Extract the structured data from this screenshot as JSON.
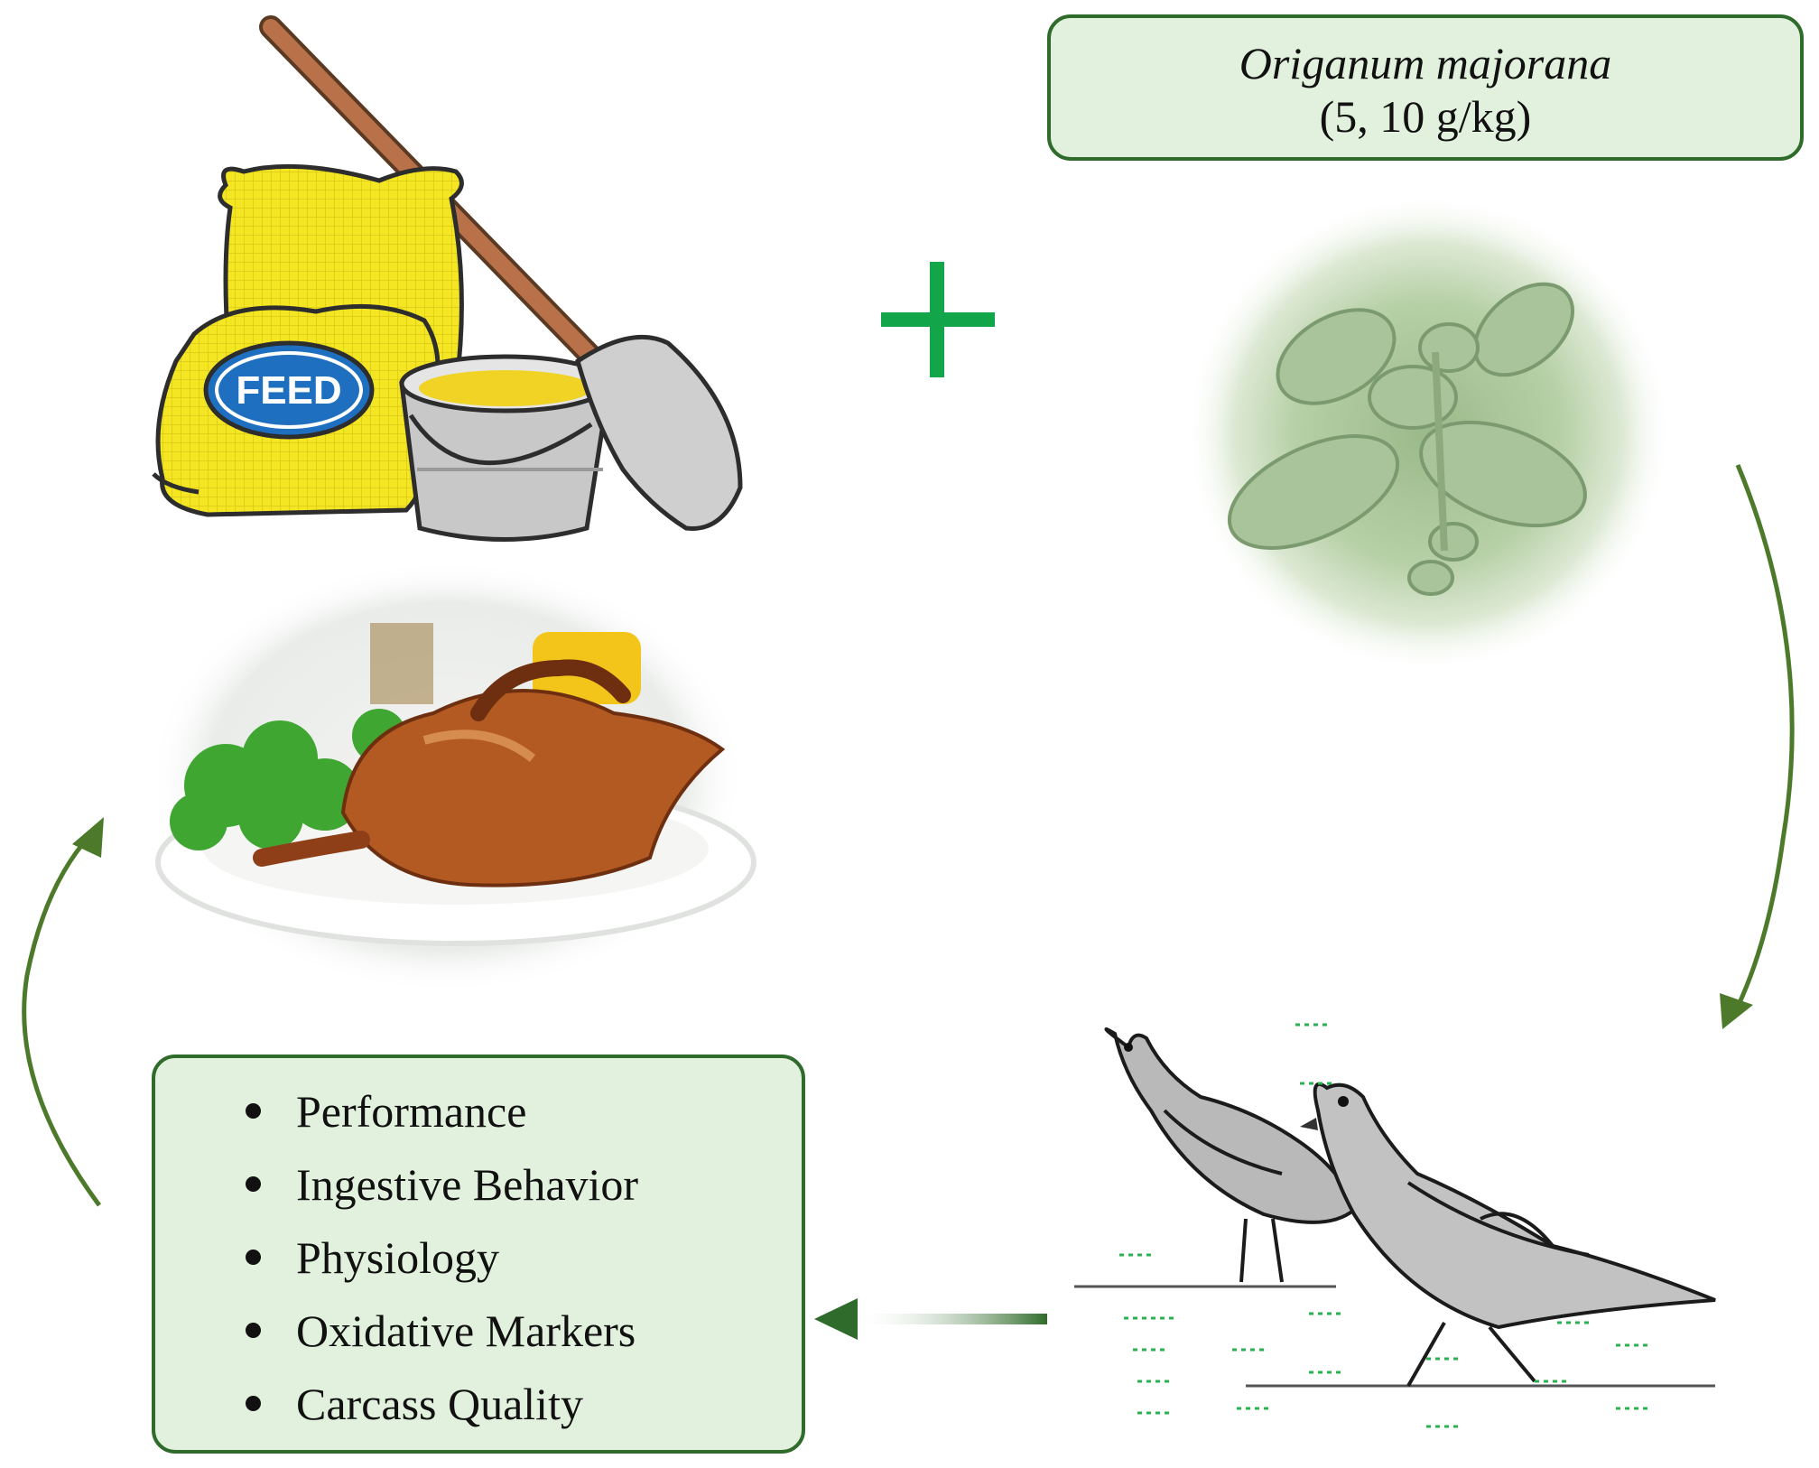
{
  "herb": {
    "name": "Origanum majorana",
    "dose": "(5, 10 g/kg)"
  },
  "feed": {
    "bag_label": "FEED"
  },
  "outcomes": [
    "Performance",
    "Ingestive Behavior",
    "Physiology",
    "Oxidative Markers",
    "Carcass Quality"
  ],
  "colors": {
    "box_fill": "#e2f1dd",
    "box_border": "#2f6b2a",
    "arrow": "#4d7a2a",
    "plus": "#12a54a",
    "feed_bag": "#f4e623"
  },
  "icons": {
    "feed_illustration": "feed-bag-bucket-shovel-icon",
    "plant": "marjoram-plant-image",
    "pigeons": "pigeons-illustration",
    "roast": "roasted-pigeon-plate-image"
  }
}
